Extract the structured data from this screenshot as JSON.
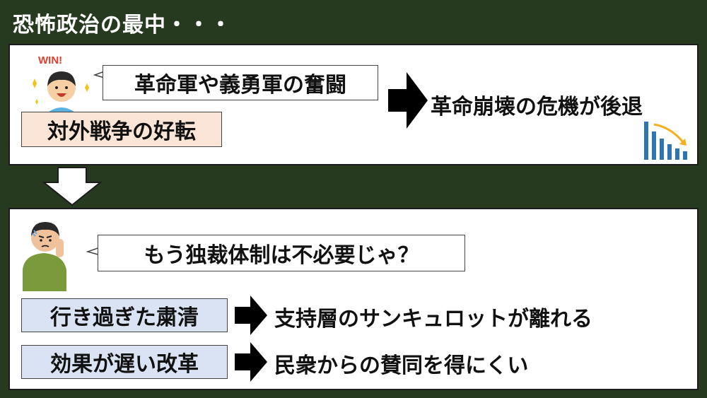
{
  "header": {
    "title": "恐怖政治の最中・・・"
  },
  "top": {
    "win_text": "WIN!",
    "speech": "革命軍や義勇軍の奮闘",
    "cause": "対外戦争の好転",
    "result": "革命崩壊の危機が後退"
  },
  "bottom": {
    "speech": "もう独裁体制は不必要じゃ？",
    "cause1": "行き過ぎた粛清",
    "result1": "支持層のサンキュロットが離れる",
    "cause2": "効果が遅い改革",
    "result2": "民衆からの賛同を得にくい"
  },
  "colors": {
    "background": "#263a1f",
    "peach_box": "#fbe5d6",
    "blue_box": "#dae3f3",
    "chart_bar": "#2e75b6",
    "chart_arrow": "#f2b01e"
  },
  "icons": {
    "winner": "happy-boy-icon",
    "worried": "worried-man-icon",
    "decline": "declining-chart-icon",
    "down": "down-arrow-icon",
    "right": "right-arrow-icon"
  }
}
